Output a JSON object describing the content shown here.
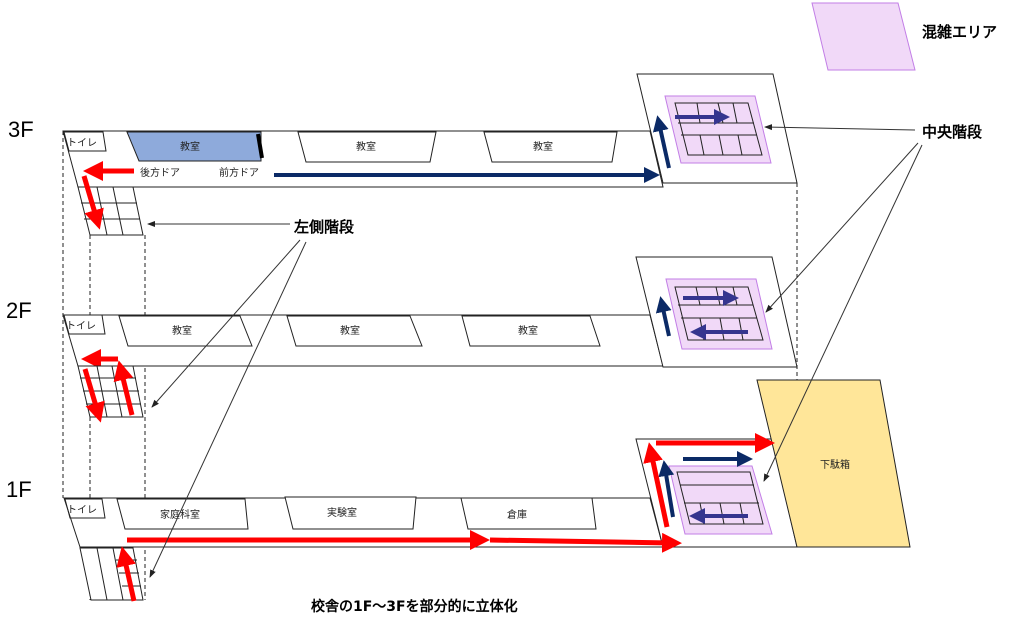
{
  "floors": {
    "f3": "3F",
    "f2": "2F",
    "f1": "1F"
  },
  "legend": {
    "label": "混雑エリア",
    "color": "#f1d9f8"
  },
  "callouts": {
    "center_stairs": "中央階段",
    "left_stairs": "左側階段"
  },
  "f3": {
    "toilet": "トイレ",
    "rooms": [
      "教室",
      "教室",
      "教室"
    ],
    "back_door": "後方ドア",
    "front_door": "前方ドア"
  },
  "f2": {
    "toilet": "トイレ",
    "rooms": [
      "教室",
      "教室",
      "教室"
    ]
  },
  "f1": {
    "toilet": "トイレ",
    "rooms": [
      "家庭科室",
      "実験室",
      "倉庫"
    ],
    "shoe_box": "下駄箱"
  },
  "caption": "校舎の1F〜3Fを部分的に立体化",
  "colors": {
    "highlight_room": "#8eaadb",
    "shoe_box": "#ffe699",
    "red_arrow": "#ff0000",
    "navy_arrow": "#0b2a66"
  }
}
